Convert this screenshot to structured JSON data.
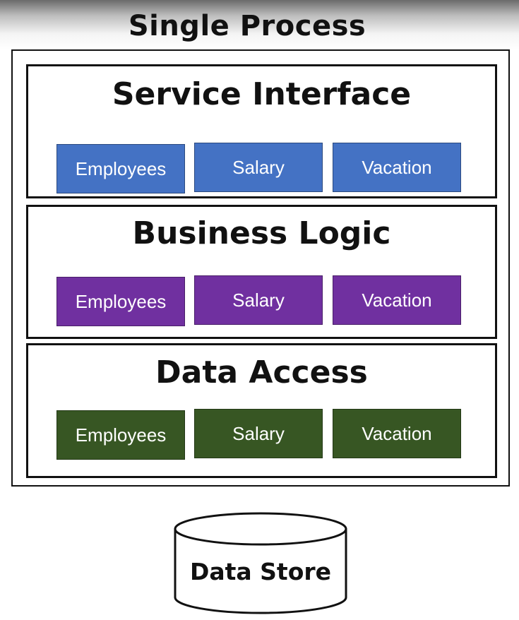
{
  "diagram": {
    "title": "Single Process",
    "layers": [
      {
        "title": "Service Interface",
        "color": "#4472c4",
        "services": [
          "Employees",
          "Salary",
          "Vacation"
        ]
      },
      {
        "title": "Business Logic",
        "color": "#7030a0",
        "services": [
          "Employees",
          "Salary",
          "Vacation"
        ]
      },
      {
        "title": "Data Access",
        "color": "#375623",
        "services": [
          "Employees",
          "Salary",
          "Vacation"
        ]
      }
    ],
    "data_store": {
      "label": "Data Store"
    }
  }
}
